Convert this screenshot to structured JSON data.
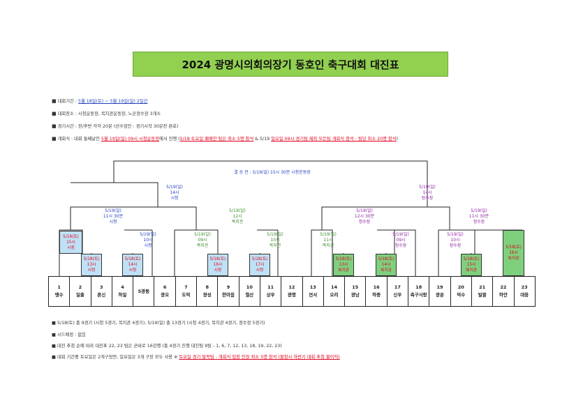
{
  "title": "2024 광명시의회의장기 동호인 축구대회 대진표",
  "info": {
    "period_label": "대회기간 : ",
    "period_value": "5월 18일(토) ~ 5월 19일(일) 2일간",
    "venue": "대회장소 : 시청운동장, 복지관운동장, 노온정수장 3개소",
    "time": "경기시간 : 전/후반 각각 20분 (선수검인 : 경기시작 30분전 완료)",
    "opening_prefix": "개회식 : 대회 둘째날인 ",
    "opening_date": "5월 19일(일) 09시 시청운동장",
    "opening_mid": "에서 진행 (",
    "opening_red1": "5/18 토요일 패배한 팀은 최소 5명 참석",
    "opening_amp": " & 5/19 ",
    "opening_red2": "일요일 09시 경기팀 제외 모든팀 개회식 참석 - 팀당 최소 20명 참석",
    "opening_end": ")"
  },
  "final_label": "결 승 전 : 5/19(일) 15시 30분 시청운동장",
  "semis": [
    {
      "date": "5/19(일)",
      "time": "14시",
      "venue": "시청"
    },
    {
      "date": "5/19(일)",
      "time": "14시",
      "venue": "정수장"
    }
  ],
  "quarters": [
    {
      "date": "5/19(일)",
      "time": "11시 30분",
      "venue": "시청"
    },
    {
      "date": "5/19(일)",
      "time": "12시",
      "venue": "복지관"
    },
    {
      "date": "5/19(일)",
      "time": "12시 30분",
      "venue": "정수장"
    },
    {
      "date": "5/19(일)",
      "time": "11시 30분",
      "venue": "정수장"
    }
  ],
  "round16": [
    {
      "date": "5/18(토)",
      "time": "15시",
      "venue": "시청",
      "style": "blue"
    },
    {
      "date": "5/19(일)",
      "time": "10시",
      "venue": "시청"
    },
    {
      "date": "5/19(일)",
      "time": "09시",
      "venue": "복지관"
    },
    {
      "date": "5/19(일)",
      "time": "10시",
      "venue": "복지관"
    },
    {
      "date": "5/19(일)",
      "time": "11시",
      "venue": "복지관"
    },
    {
      "date": "5/19(일)",
      "time": "09시",
      "venue": "정수장"
    },
    {
      "date": "5/19(일)",
      "time": "10시",
      "venue": "정수장"
    },
    {
      "date": "5/18(토)",
      "time": "16시",
      "venue": "복지관",
      "style": "green"
    }
  ],
  "prelims": [
    {
      "date": "5/18(토)",
      "time": "13시",
      "venue": "시청"
    },
    {
      "date": "5/18(토)",
      "time": "14시",
      "venue": "시청"
    },
    {
      "date": "5/18(토)",
      "time": "16시",
      "venue": "시청"
    },
    {
      "date": "5/18(토)",
      "time": "17시",
      "venue": "시청"
    },
    {
      "date": "5/18(토)",
      "time": "13시",
      "venue": "복지관"
    },
    {
      "date": "5/18(토)",
      "time": "14시",
      "venue": "복지관"
    },
    {
      "date": "5/18(토)",
      "time": "15시",
      "venue": "복지관"
    }
  ],
  "teams": [
    {
      "num": "1",
      "name": "맹수"
    },
    {
      "num": "2",
      "name": "일출"
    },
    {
      "num": "3",
      "name": "혼신"
    },
    {
      "num": "4",
      "name": "하일"
    },
    {
      "num": "",
      "name": "5광동"
    },
    {
      "num": "6",
      "name": "광오"
    },
    {
      "num": "7",
      "name": "도덕"
    },
    {
      "num": "8",
      "name": "광성"
    },
    {
      "num": "9",
      "name": "한마음"
    },
    {
      "num": "10",
      "name": "철산"
    },
    {
      "num": "11",
      "name": "상우"
    },
    {
      "num": "12",
      "name": "광명"
    },
    {
      "num": "13",
      "name": "연서"
    },
    {
      "num": "14",
      "name": "오리"
    },
    {
      "num": "15",
      "name": "광남"
    },
    {
      "num": "16",
      "name": "하중"
    },
    {
      "num": "17",
      "name": "신우"
    },
    {
      "num": "18",
      "name": "축구사랑"
    },
    {
      "num": "19",
      "name": "광운"
    },
    {
      "num": "20",
      "name": "덕수"
    },
    {
      "num": "21",
      "name": "빌팔"
    },
    {
      "num": "22",
      "name": "하안"
    },
    {
      "num": "23",
      "name": "대웅"
    }
  ],
  "notes": {
    "n1": "5/18(토) 총 9경기 (시청 5경기, 복지관 4경기), 5/19(일) 총 13경기 (시청 4경기, 복지관 4경기, 정수장 5경기)",
    "n2": "시드배정 : 없음",
    "n3": "대진 추첨 순에 따라 대진표 22, 23 팀은 곧바로 16강행 (총 4경기 진행 대진팀 9팀 - 1, 6, 7, 12, 13, 18, 19, 22, 23)",
    "n4_prefix": "대회 기간중 토요일은 2개구장만, 일요일은 3개 구장 모두 사용  ※ ",
    "n4_red": "토요일 경기 탈락팀 - 개회식 입장 인원 최소 5명 참석 (불참시 하반기 대회 추첨 불이익)"
  },
  "colors": {
    "title_bg": "#92d050",
    "blue_box": "#bfe1f5",
    "green_box": "#7ed07e",
    "red": "#e0001b",
    "blue": "#1f3fbf",
    "purple": "#8b1fa0",
    "green": "#3a8a2a"
  }
}
